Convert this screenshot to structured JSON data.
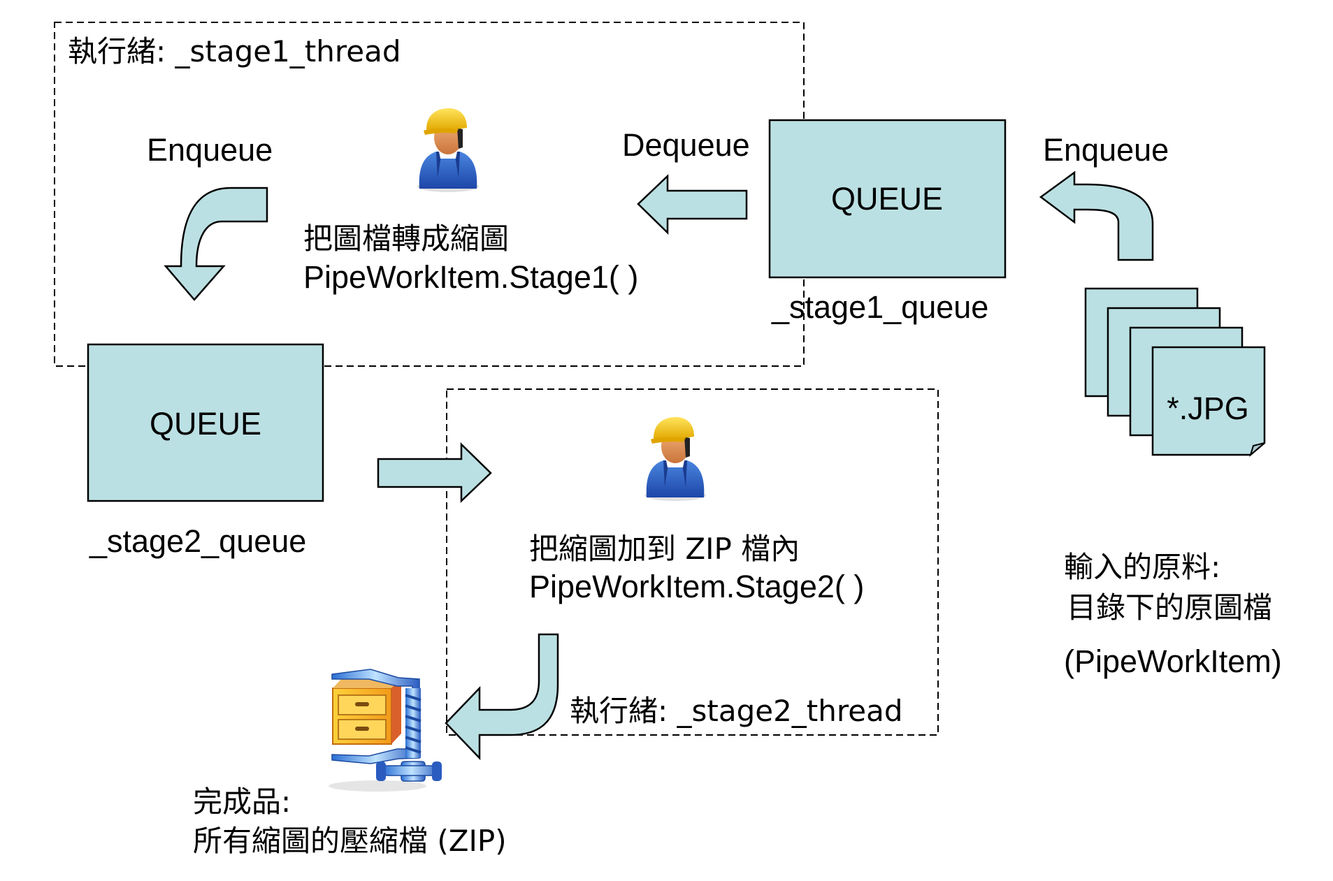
{
  "diagram": {
    "title": "Two-stage pipeline: thumbnails to ZIP",
    "stage1_thread": {
      "label": "執行緒: _stage1_thread",
      "task_zh": "把圖檔轉成縮圖",
      "task_method": "PipeWorkItem.Stage1( )",
      "worker_icon": "worker-icon"
    },
    "stage2_thread": {
      "label": "執行緒: _stage2_thread",
      "task_zh": "把縮圖加到 ZIP 檔內",
      "task_method": "PipeWorkItem.Stage2( )",
      "worker_icon": "worker-icon"
    },
    "stage1_queue": {
      "box_label": "QUEUE",
      "name": "_stage1_queue"
    },
    "stage2_queue": {
      "box_label": "QUEUE",
      "name": "_stage2_queue"
    },
    "arrows": {
      "input_enqueue": "Enqueue",
      "stage1_dequeue": "Dequeue",
      "stage1_enqueue": "Enqueue"
    },
    "input": {
      "file_label": "*.JPG",
      "line1": "輸入的原料:",
      "line2": "目錄下的原圖檔",
      "line3": "(PipeWorkItem)",
      "stacked_pages": 4
    },
    "output": {
      "icon": "zip-archive-icon",
      "line1": "完成品:",
      "line2": "所有縮圖的壓縮檔 (ZIP)"
    },
    "colors": {
      "shape_fill": "#bbe0e3",
      "stroke": "#000000",
      "background": "#ffffff"
    }
  }
}
